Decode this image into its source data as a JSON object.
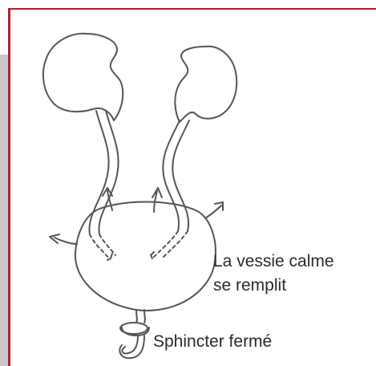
{
  "labels": {
    "bladder_line1": "La vessie calme",
    "bladder_line2": "se remplit",
    "sphincter": "Sphincter fermé"
  },
  "colors": {
    "accent_red": "#b21f2d",
    "side_gray": "#c9c9c9",
    "line": "#555555",
    "text": "#2a2a2a"
  },
  "icons": [
    "kidney-icon",
    "ureter-icon",
    "bladder-icon",
    "arrow-icon",
    "sphincter-icon"
  ]
}
